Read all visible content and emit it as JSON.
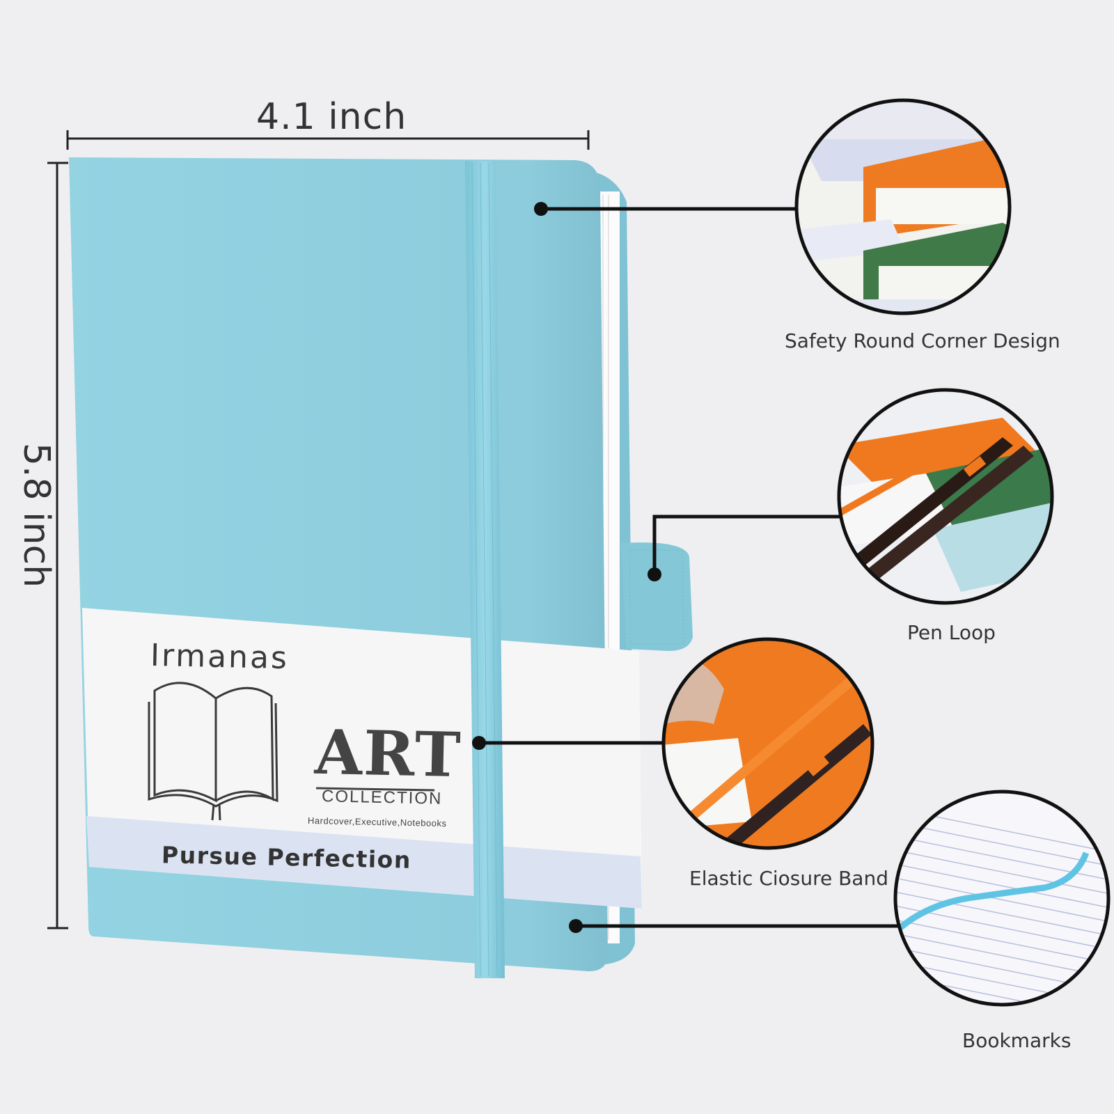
{
  "dimensions": {
    "width_label": "4.1 inch",
    "height_label": "5.8 inch"
  },
  "notebook": {
    "cover_color": "#8fd0df",
    "brand": "Irmanas",
    "art_label": "ART",
    "collection_label": "COLLECTION",
    "subline": "Hardcover,Executive,Notebooks",
    "slogan": "Pursue Perfection",
    "sleeve_color": "#f6f6f6",
    "sleeve_band_color": "#dbe3f3"
  },
  "callouts": [
    {
      "label": "Safety Round Corner Design",
      "icon": "round-corner-detail"
    },
    {
      "label": "Pen Loop",
      "icon": "pen-loop-detail"
    },
    {
      "label": "Elastic Ciosure Band",
      "icon": "elastic-band-detail"
    },
    {
      "label": "Bookmarks",
      "icon": "ribbon-bookmark-detail"
    }
  ],
  "accent_colors": {
    "orange": "#f07a20",
    "green": "#3c7a4a",
    "ribbon": "#5fc4e4"
  }
}
